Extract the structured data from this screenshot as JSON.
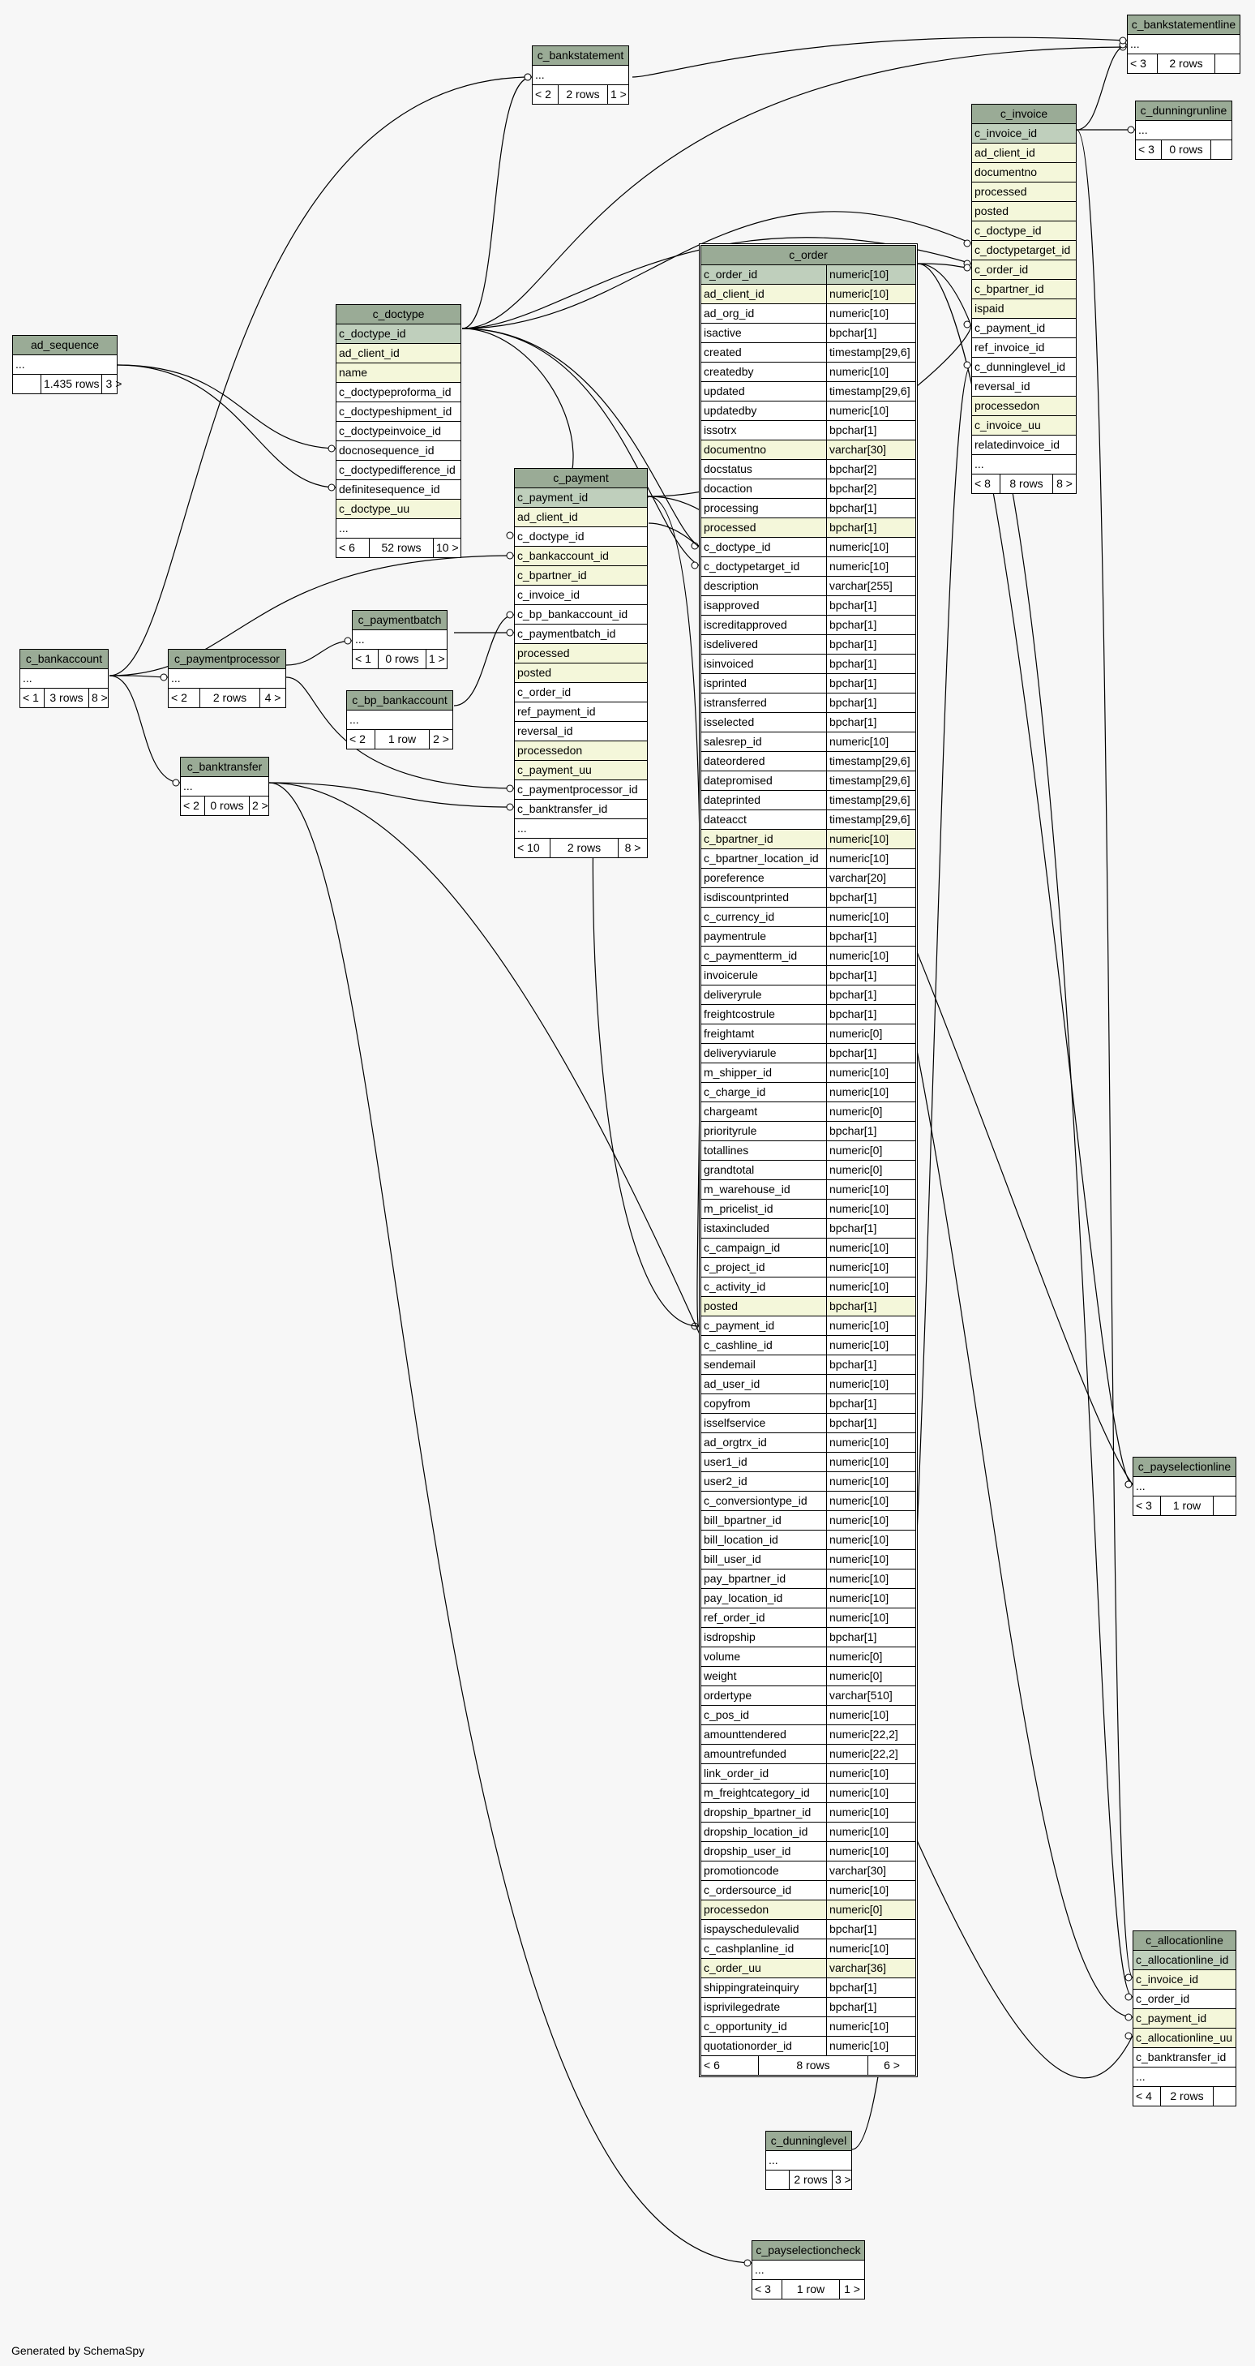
{
  "footer": "Generated by SchemaSpy",
  "tables": [
    {
      "name": "c_bankstatement",
      "rows": [
        {
          "t": "..."
        }
      ],
      "foot": [
        "< 2",
        "2 rows",
        "1 >"
      ]
    },
    {
      "name": "c_bankstatementline",
      "rows": [
        {
          "t": "..."
        }
      ],
      "foot": [
        "< 3",
        "2 rows",
        ""
      ]
    },
    {
      "name": "c_dunningrunline",
      "rows": [
        {
          "t": "..."
        }
      ],
      "foot": [
        "< 3",
        "0 rows",
        ""
      ]
    },
    {
      "name": "c_invoice",
      "rows": [
        {
          "t": "c_invoice_id",
          "k": "pk"
        },
        {
          "t": "ad_client_id",
          "k": "ind"
        },
        {
          "t": "documentno",
          "k": "ind"
        },
        {
          "t": "processed",
          "k": "ind"
        },
        {
          "t": "posted",
          "k": "ind"
        },
        {
          "t": "c_doctype_id",
          "k": "ind"
        },
        {
          "t": "c_doctypetarget_id",
          "k": "ind"
        },
        {
          "t": "c_order_id",
          "k": "ind"
        },
        {
          "t": "c_bpartner_id",
          "k": "ind"
        },
        {
          "t": "ispaid",
          "k": "ind"
        },
        {
          "t": "c_payment_id"
        },
        {
          "t": "ref_invoice_id"
        },
        {
          "t": "c_dunninglevel_id"
        },
        {
          "t": "reversal_id"
        },
        {
          "t": "processedon",
          "k": "ind"
        },
        {
          "t": "c_invoice_uu",
          "k": "ind"
        },
        {
          "t": "relatedinvoice_id"
        },
        {
          "t": "..."
        }
      ],
      "foot": [
        "< 8",
        "8 rows",
        "8 >"
      ]
    },
    {
      "name": "ad_sequence",
      "rows": [
        {
          "t": "..."
        }
      ],
      "foot": [
        "",
        "1.435 rows",
        "3 >"
      ]
    },
    {
      "name": "c_doctype",
      "rows": [
        {
          "t": "c_doctype_id",
          "k": "pk"
        },
        {
          "t": "ad_client_id",
          "k": "ind"
        },
        {
          "t": "name",
          "k": "ind"
        },
        {
          "t": "c_doctypeproforma_id"
        },
        {
          "t": "c_doctypeshipment_id"
        },
        {
          "t": "c_doctypeinvoice_id"
        },
        {
          "t": "docnosequence_id"
        },
        {
          "t": "c_doctypedifference_id"
        },
        {
          "t": "definitesequence_id"
        },
        {
          "t": "c_doctype_uu",
          "k": "ind"
        },
        {
          "t": "..."
        }
      ],
      "foot": [
        "< 6",
        "52 rows",
        "10 >"
      ]
    },
    {
      "name": "c_payment",
      "rows": [
        {
          "t": "c_payment_id",
          "k": "pk"
        },
        {
          "t": "ad_client_id",
          "k": "ind"
        },
        {
          "t": "c_doctype_id"
        },
        {
          "t": "c_bankaccount_id",
          "k": "ind"
        },
        {
          "t": "c_bpartner_id",
          "k": "ind"
        },
        {
          "t": "c_invoice_id"
        },
        {
          "t": "c_bp_bankaccount_id"
        },
        {
          "t": "c_paymentbatch_id"
        },
        {
          "t": "processed",
          "k": "ind"
        },
        {
          "t": "posted",
          "k": "ind"
        },
        {
          "t": "c_order_id"
        },
        {
          "t": "ref_payment_id"
        },
        {
          "t": "reversal_id"
        },
        {
          "t": "processedon",
          "k": "ind"
        },
        {
          "t": "c_payment_uu",
          "k": "ind"
        },
        {
          "t": "c_paymentprocessor_id"
        },
        {
          "t": "c_banktransfer_id"
        },
        {
          "t": "..."
        }
      ],
      "foot": [
        "< 10",
        "2 rows",
        "8 >"
      ]
    },
    {
      "name": "c_paymentbatch",
      "rows": [
        {
          "t": "..."
        }
      ],
      "foot": [
        "< 1",
        "0 rows",
        "1 >"
      ]
    },
    {
      "name": "c_bankaccount",
      "rows": [
        {
          "t": "..."
        }
      ],
      "foot": [
        "< 1",
        "3 rows",
        "8 >"
      ]
    },
    {
      "name": "c_paymentprocessor",
      "rows": [
        {
          "t": "..."
        }
      ],
      "foot": [
        "< 2",
        "2 rows",
        "4 >"
      ]
    },
    {
      "name": "c_bp_bankaccount",
      "rows": [
        {
          "t": "..."
        }
      ],
      "foot": [
        "< 2",
        "1 row",
        "2 >"
      ]
    },
    {
      "name": "c_banktransfer",
      "rows": [
        {
          "t": "..."
        }
      ],
      "foot": [
        "< 2",
        "0 rows",
        "2 >"
      ]
    },
    {
      "name": "c_order",
      "main": true,
      "rows": [
        {
          "t": "c_order_id",
          "ty": "numeric[10]",
          "k": "pk"
        },
        {
          "t": "ad_client_id",
          "ty": "numeric[10]",
          "k": "ind"
        },
        {
          "t": "ad_org_id",
          "ty": "numeric[10]"
        },
        {
          "t": "isactive",
          "ty": "bpchar[1]"
        },
        {
          "t": "created",
          "ty": "timestamp[29,6]"
        },
        {
          "t": "createdby",
          "ty": "numeric[10]"
        },
        {
          "t": "updated",
          "ty": "timestamp[29,6]"
        },
        {
          "t": "updatedby",
          "ty": "numeric[10]"
        },
        {
          "t": "issotrx",
          "ty": "bpchar[1]"
        },
        {
          "t": "documentno",
          "ty": "varchar[30]",
          "k": "ind"
        },
        {
          "t": "docstatus",
          "ty": "bpchar[2]"
        },
        {
          "t": "docaction",
          "ty": "bpchar[2]"
        },
        {
          "t": "processing",
          "ty": "bpchar[1]"
        },
        {
          "t": "processed",
          "ty": "bpchar[1]",
          "k": "ind"
        },
        {
          "t": "c_doctype_id",
          "ty": "numeric[10]"
        },
        {
          "t": "c_doctypetarget_id",
          "ty": "numeric[10]"
        },
        {
          "t": "description",
          "ty": "varchar[255]"
        },
        {
          "t": "isapproved",
          "ty": "bpchar[1]"
        },
        {
          "t": "iscreditapproved",
          "ty": "bpchar[1]"
        },
        {
          "t": "isdelivered",
          "ty": "bpchar[1]"
        },
        {
          "t": "isinvoiced",
          "ty": "bpchar[1]"
        },
        {
          "t": "isprinted",
          "ty": "bpchar[1]"
        },
        {
          "t": "istransferred",
          "ty": "bpchar[1]"
        },
        {
          "t": "isselected",
          "ty": "bpchar[1]"
        },
        {
          "t": "salesrep_id",
          "ty": "numeric[10]"
        },
        {
          "t": "dateordered",
          "ty": "timestamp[29,6]"
        },
        {
          "t": "datepromised",
          "ty": "timestamp[29,6]"
        },
        {
          "t": "dateprinted",
          "ty": "timestamp[29,6]"
        },
        {
          "t": "dateacct",
          "ty": "timestamp[29,6]"
        },
        {
          "t": "c_bpartner_id",
          "ty": "numeric[10]",
          "k": "ind"
        },
        {
          "t": "c_bpartner_location_id",
          "ty": "numeric[10]"
        },
        {
          "t": "poreference",
          "ty": "varchar[20]"
        },
        {
          "t": "isdiscountprinted",
          "ty": "bpchar[1]"
        },
        {
          "t": "c_currency_id",
          "ty": "numeric[10]"
        },
        {
          "t": "paymentrule",
          "ty": "bpchar[1]"
        },
        {
          "t": "c_paymentterm_id",
          "ty": "numeric[10]"
        },
        {
          "t": "invoicerule",
          "ty": "bpchar[1]"
        },
        {
          "t": "deliveryrule",
          "ty": "bpchar[1]"
        },
        {
          "t": "freightcostrule",
          "ty": "bpchar[1]"
        },
        {
          "t": "freightamt",
          "ty": "numeric[0]"
        },
        {
          "t": "deliveryviarule",
          "ty": "bpchar[1]"
        },
        {
          "t": "m_shipper_id",
          "ty": "numeric[10]"
        },
        {
          "t": "c_charge_id",
          "ty": "numeric[10]"
        },
        {
          "t": "chargeamt",
          "ty": "numeric[0]"
        },
        {
          "t": "priorityrule",
          "ty": "bpchar[1]"
        },
        {
          "t": "totallines",
          "ty": "numeric[0]"
        },
        {
          "t": "grandtotal",
          "ty": "numeric[0]"
        },
        {
          "t": "m_warehouse_id",
          "ty": "numeric[10]"
        },
        {
          "t": "m_pricelist_id",
          "ty": "numeric[10]"
        },
        {
          "t": "istaxincluded",
          "ty": "bpchar[1]"
        },
        {
          "t": "c_campaign_id",
          "ty": "numeric[10]"
        },
        {
          "t": "c_project_id",
          "ty": "numeric[10]"
        },
        {
          "t": "c_activity_id",
          "ty": "numeric[10]"
        },
        {
          "t": "posted",
          "ty": "bpchar[1]",
          "k": "ind"
        },
        {
          "t": "c_payment_id",
          "ty": "numeric[10]"
        },
        {
          "t": "c_cashline_id",
          "ty": "numeric[10]"
        },
        {
          "t": "sendemail",
          "ty": "bpchar[1]"
        },
        {
          "t": "ad_user_id",
          "ty": "numeric[10]"
        },
        {
          "t": "copyfrom",
          "ty": "bpchar[1]"
        },
        {
          "t": "isselfservice",
          "ty": "bpchar[1]"
        },
        {
          "t": "ad_orgtrx_id",
          "ty": "numeric[10]"
        },
        {
          "t": "user1_id",
          "ty": "numeric[10]"
        },
        {
          "t": "user2_id",
          "ty": "numeric[10]"
        },
        {
          "t": "c_conversiontype_id",
          "ty": "numeric[10]"
        },
        {
          "t": "bill_bpartner_id",
          "ty": "numeric[10]"
        },
        {
          "t": "bill_location_id",
          "ty": "numeric[10]"
        },
        {
          "t": "bill_user_id",
          "ty": "numeric[10]"
        },
        {
          "t": "pay_bpartner_id",
          "ty": "numeric[10]"
        },
        {
          "t": "pay_location_id",
          "ty": "numeric[10]"
        },
        {
          "t": "ref_order_id",
          "ty": "numeric[10]"
        },
        {
          "t": "isdropship",
          "ty": "bpchar[1]"
        },
        {
          "t": "volume",
          "ty": "numeric[0]"
        },
        {
          "t": "weight",
          "ty": "numeric[0]"
        },
        {
          "t": "ordertype",
          "ty": "varchar[510]"
        },
        {
          "t": "c_pos_id",
          "ty": "numeric[10]"
        },
        {
          "t": "amounttendered",
          "ty": "numeric[22,2]"
        },
        {
          "t": "amountrefunded",
          "ty": "numeric[22,2]"
        },
        {
          "t": "link_order_id",
          "ty": "numeric[10]"
        },
        {
          "t": "m_freightcategory_id",
          "ty": "numeric[10]"
        },
        {
          "t": "dropship_bpartner_id",
          "ty": "numeric[10]"
        },
        {
          "t": "dropship_location_id",
          "ty": "numeric[10]"
        },
        {
          "t": "dropship_user_id",
          "ty": "numeric[10]"
        },
        {
          "t": "promotioncode",
          "ty": "varchar[30]"
        },
        {
          "t": "c_ordersource_id",
          "ty": "numeric[10]"
        },
        {
          "t": "processedon",
          "ty": "numeric[0]",
          "k": "ind"
        },
        {
          "t": "ispayschedulevalid",
          "ty": "bpchar[1]"
        },
        {
          "t": "c_cashplanline_id",
          "ty": "numeric[10]"
        },
        {
          "t": "c_order_uu",
          "ty": "varchar[36]",
          "k": "ind"
        },
        {
          "t": "shippingrateinquiry",
          "ty": "bpchar[1]"
        },
        {
          "t": "isprivilegedrate",
          "ty": "bpchar[1]"
        },
        {
          "t": "c_opportunity_id",
          "ty": "numeric[10]"
        },
        {
          "t": "quotationorder_id",
          "ty": "numeric[10]"
        }
      ],
      "foot": [
        "< 6",
        "8 rows",
        "6 >"
      ]
    },
    {
      "name": "c_payselectionline",
      "rows": [
        {
          "t": "..."
        }
      ],
      "foot": [
        "< 3",
        "1 row",
        ""
      ]
    },
    {
      "name": "c_allocationline",
      "rows": [
        {
          "t": "c_allocationline_id",
          "k": "pk"
        },
        {
          "t": "c_invoice_id",
          "k": "ind"
        },
        {
          "t": "c_order_id"
        },
        {
          "t": "c_payment_id",
          "k": "ind"
        },
        {
          "t": "c_allocationline_uu",
          "k": "ind"
        },
        {
          "t": "c_banktransfer_id"
        },
        {
          "t": "..."
        }
      ],
      "foot": [
        "< 4",
        "2 rows",
        ""
      ]
    },
    {
      "name": "c_dunninglevel",
      "rows": [
        {
          "t": "..."
        }
      ],
      "foot": [
        "",
        "2 rows",
        "3 >"
      ]
    },
    {
      "name": "c_payselectioncheck",
      "rows": [
        {
          "t": "..."
        }
      ],
      "foot": [
        "< 3",
        "1 row",
        "1 >"
      ]
    }
  ]
}
